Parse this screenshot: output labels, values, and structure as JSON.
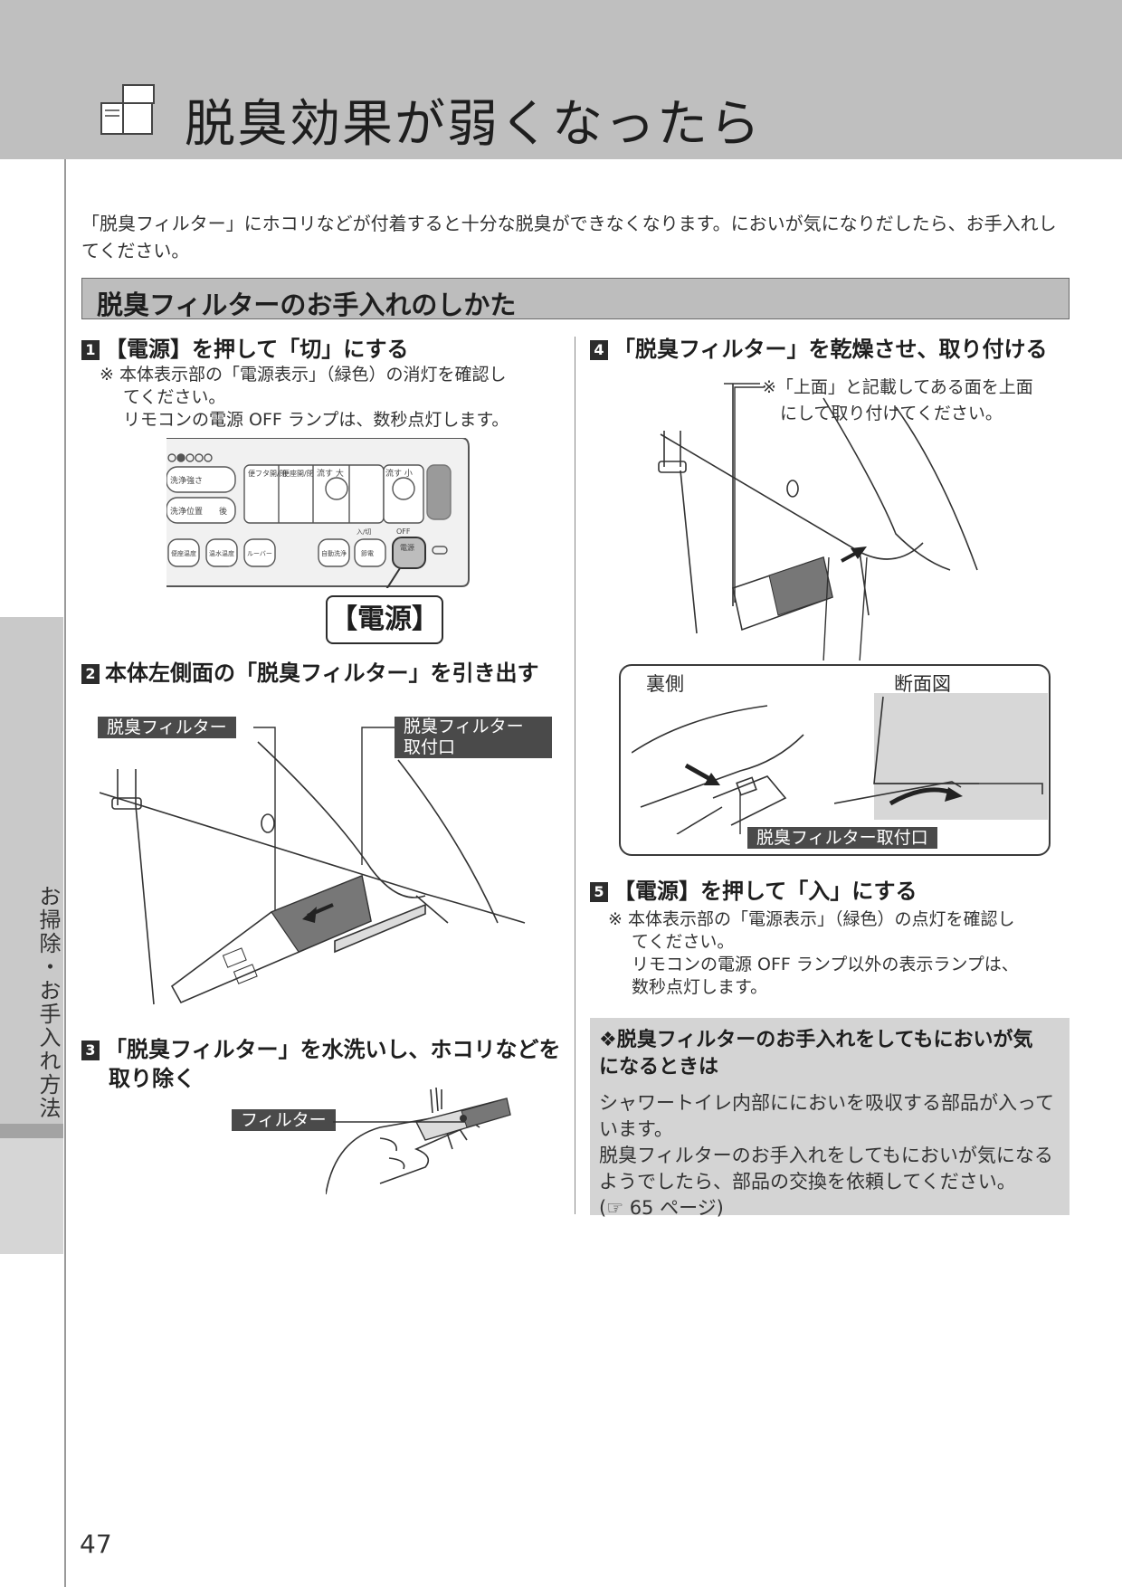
{
  "header": {
    "title": "脱臭効果が弱くなったら",
    "icon": "toilet-icon"
  },
  "side_tab": {
    "label": "お掃除・お手入れ方法"
  },
  "intro": "「脱臭フィルター」にホコリなどが付着すると十分な脱臭ができなくなります。においが気になりだしたら、お手入れしてください。",
  "section": {
    "title": "脱臭フィルターのお手入れのしかた"
  },
  "steps": [
    {
      "num": "1",
      "title": "【電源】を押して「切」にする",
      "note_lines": [
        "※ 本体表示部の「電源表示」（緑色）の消灯を確認し",
        "てください。",
        "リモコンの電源 OFF ランプは、数秒点灯します。"
      ]
    },
    {
      "num": "2",
      "title": "本体左側面の「脱臭フィルター」を引き出す"
    },
    {
      "num": "3",
      "title_lines": [
        "「脱臭フィルター」を水洗いし、ホコリなどを",
        "取り除く"
      ]
    },
    {
      "num": "4",
      "title": "「脱臭フィルター」を乾燥させ、取り付ける",
      "note_lines": [
        "※「上面」と記載してある面を上面",
        "にして取り付けてください。"
      ]
    },
    {
      "num": "5",
      "title": "【電源】を押して「入」にする",
      "note_lines": [
        "※ 本体表示部の「電源表示」（緑色）の点灯を確認し",
        "てください。",
        "リモコンの電源 OFF ランプ以外の表示ランプは、",
        "数秒点灯します。"
      ]
    }
  ],
  "remote": {
    "buttons": [
      "洗浄強さ",
      "洗浄位置",
      "便フタ開/閉",
      "便座開/閉",
      "流す 大",
      "流す 小",
      "便座温度",
      "温水温度",
      "ルーバー",
      "自動洗浄",
      "節電",
      "電源",
      "後",
      "入/切",
      "OFF"
    ],
    "power_label": "【電源】"
  },
  "labels": {
    "filter": "脱臭フィルター",
    "filter_mount_line1": "脱臭フィルター",
    "filter_mount_line2": "取付口",
    "filter_short": "フィルター",
    "back_side": "裏側",
    "cross_section": "断面図",
    "mount_full": "脱臭フィルター取付口"
  },
  "info": {
    "title_lines": [
      "❖脱臭フィルターのお手入れをしてもにおいが気",
      "になるときは"
    ],
    "body_lines": [
      "シャワートイレ内部ににおいを吸収する部品が入って",
      "います。",
      "脱臭フィルターのお手入れをしてもにおいが気になる",
      "ようでしたら、部品の交換を依頼してください。",
      "(☞ 65 ページ)"
    ]
  },
  "page_number": "47"
}
